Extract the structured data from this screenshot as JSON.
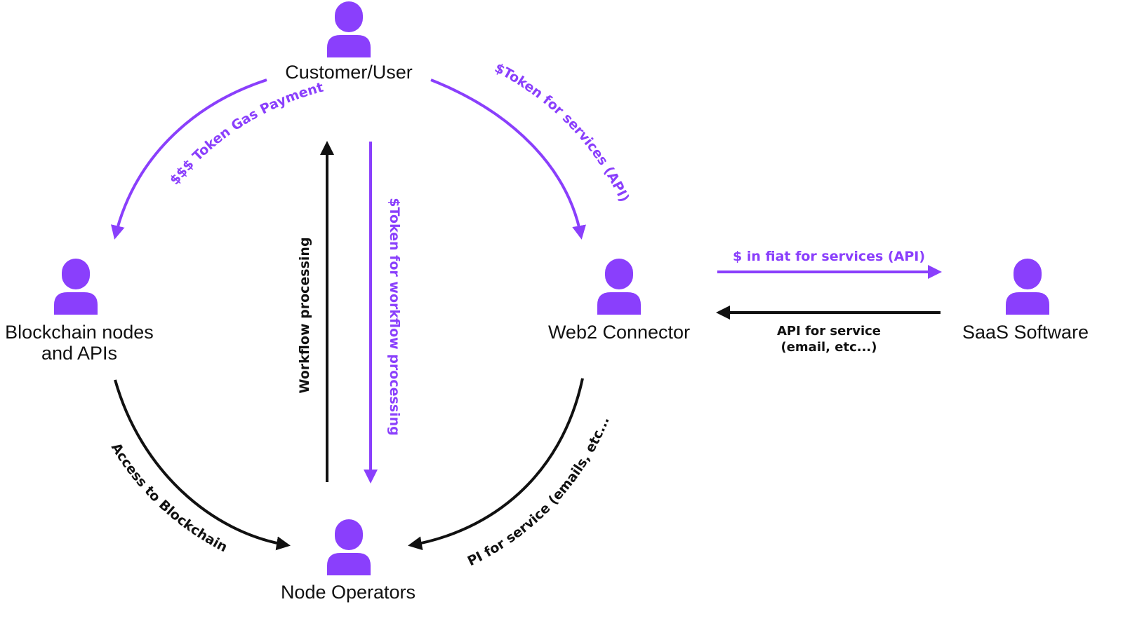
{
  "colors": {
    "purple": "#8a3ffc",
    "black": "#111111",
    "background": "#ffffff"
  },
  "nodes": {
    "customer": {
      "icon": "person-icon",
      "label": "Customer/User"
    },
    "blockchain": {
      "icon": "person-icon",
      "label_line1": "Blockchain nodes",
      "label_line2": "and APIs"
    },
    "web2": {
      "icon": "person-icon",
      "label": "Web2 Connector"
    },
    "saas": {
      "icon": "person-icon",
      "label": "SaaS Software"
    },
    "operators": {
      "icon": "person-icon",
      "label": "Node Operators"
    }
  },
  "edges": {
    "gas_payment": "$$$ Token Gas Payment",
    "token_services": "$Token for services (API)",
    "fiat_services": "$ in fiat for services (API)",
    "api_service_line1": "API for service",
    "api_service_line2": "(email, etc...)",
    "workflow_processing": "Workflow processing",
    "token_workflow": "$Token for workflow processing",
    "access_blockchains": "Access to Blockchains",
    "api_emails": "API for service (emails, etc...)"
  }
}
